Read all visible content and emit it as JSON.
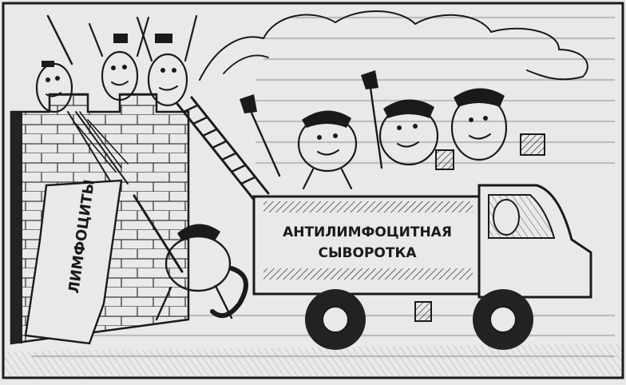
{
  "illustration": {
    "background_color": "#e9e9e9",
    "ink_color": "#1a1a1a",
    "banner_label": "ЛИМФОЦИТЫ",
    "truck_label_line1": "АНТИЛИМФОЦИТНАЯ",
    "truck_label_line2": "СЫВОРОТКА"
  }
}
